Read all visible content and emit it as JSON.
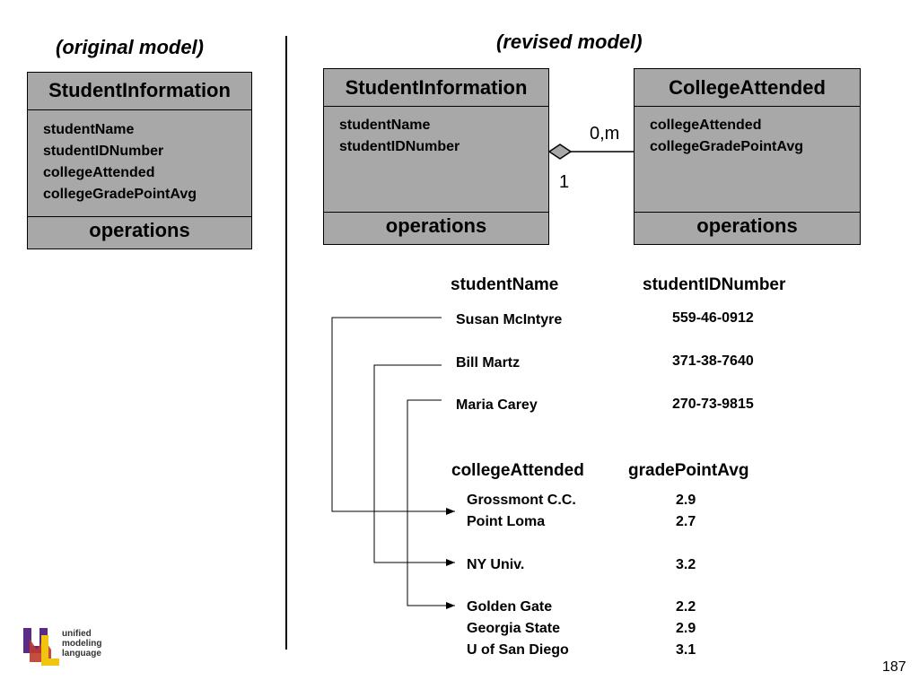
{
  "left": {
    "heading": "(original model)",
    "class": {
      "name": "StudentInformation",
      "attributes": [
        "studentName",
        "studentIDNumber",
        "collegeAttended",
        "collegeGradePointAvg"
      ],
      "operations": "operations"
    }
  },
  "right": {
    "heading": "(revised model)",
    "class_a": {
      "name": "StudentInformation",
      "attributes": [
        "studentName",
        "studentIDNumber"
      ],
      "operations": "operations"
    },
    "class_b": {
      "name": "CollegeAttended",
      "attributes": [
        "collegeAttended",
        "collegeGradePointAvg"
      ],
      "operations": "operations"
    },
    "association": {
      "multiplicity_many": "0,m",
      "multiplicity_one": "1"
    }
  },
  "students": {
    "headers": [
      "studentName",
      "studentIDNumber"
    ],
    "rows": [
      {
        "name": "Susan McIntyre",
        "id": "559-46-0912"
      },
      {
        "name": "Bill Martz",
        "id": "371-38-7640"
      },
      {
        "name": "Maria Carey",
        "id": "270-73-9815"
      }
    ]
  },
  "colleges": {
    "headers": [
      "collegeAttended",
      "gradePointAvg"
    ],
    "rows": [
      {
        "college": "Grossmont C.C.",
        "gpa": "2.9"
      },
      {
        "college": "Point Loma",
        "gpa": "2.7"
      },
      {
        "college": "NY Univ.",
        "gpa": "3.2"
      },
      {
        "college": "Golden Gate",
        "gpa": "2.2"
      },
      {
        "college": "Georgia State",
        "gpa": "2.9"
      },
      {
        "college": "U of San Diego",
        "gpa": "3.1"
      }
    ]
  },
  "logo": {
    "lines": [
      "unified",
      "modeling",
      "language"
    ],
    "colors": {
      "u": "#5b2a86",
      "m": "#c0392b",
      "l": "#f1c40f"
    }
  },
  "page_number": "187"
}
